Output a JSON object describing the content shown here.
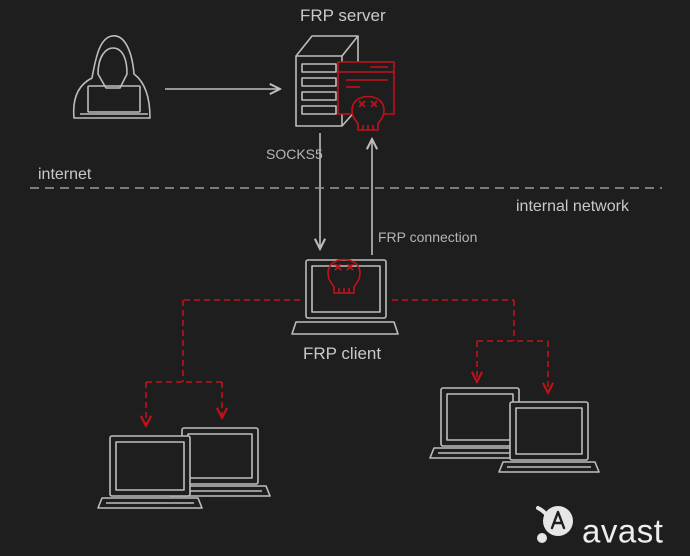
{
  "diagram": {
    "labels": {
      "frp_server": "FRP server",
      "socks5": "SOCKS5",
      "frp_connection": "FRP connection",
      "internet": "internet",
      "internal_network": "internal network",
      "frp_client": "FRP client"
    },
    "colors": {
      "background": "#1e1e1e",
      "line": "#bdbdbd",
      "accent": "#c0121a",
      "text": "#c9c9c9"
    }
  },
  "branding": {
    "logo_text": "avast"
  }
}
